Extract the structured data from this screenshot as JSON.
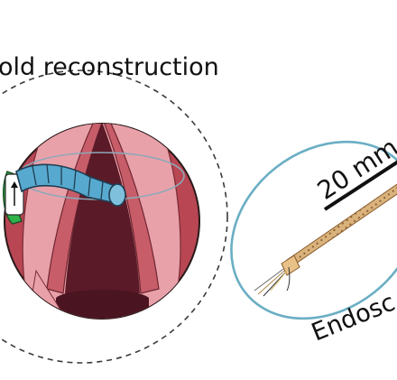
{
  "labels": {
    "left_title": "old reconstruction",
    "scale_bar": "20 mm",
    "right_label": "Endosc"
  },
  "colors": {
    "dashed_circle": "#3a3a3a",
    "blue_ellipse": "#6aaec4",
    "tissue_outer": "#b84653",
    "tissue_inner": "#e9a1a9",
    "airway_dark": "#5b1a27",
    "stent_blue": "#58a9cf",
    "implant_green": "#2fb24a",
    "endoscope_tan": "#d7b07a"
  }
}
